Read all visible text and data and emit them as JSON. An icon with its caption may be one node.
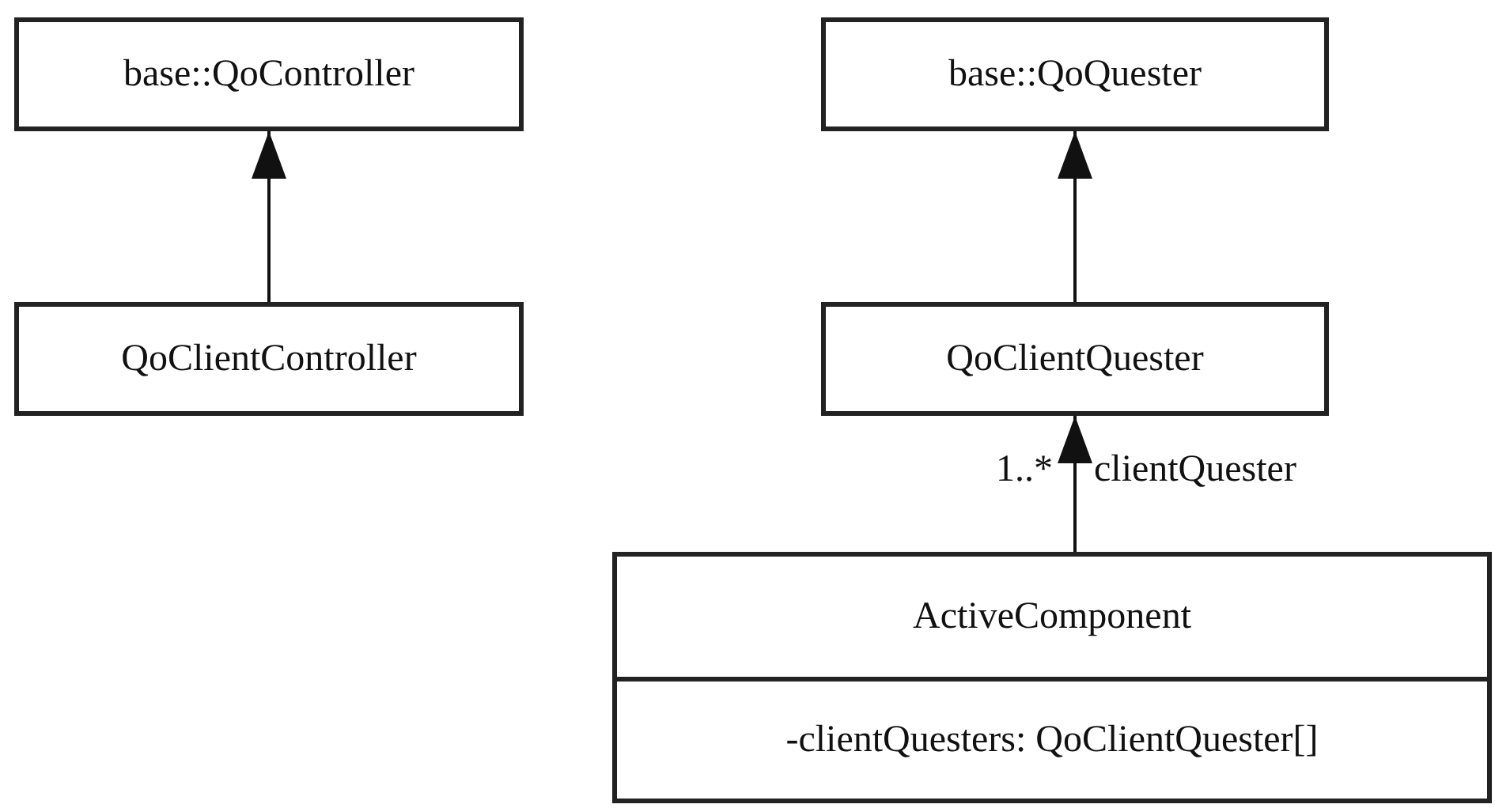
{
  "diagram": {
    "nodes": [
      {
        "text": [
          "base::QoController"
        ]
      },
      {
        "text": [
          "QoClientController"
        ]
      },
      {
        "text": [
          "base::QoQuester"
        ]
      },
      {
        "text": [
          "QoClientQuester"
        ]
      },
      {
        "text": [
          "ActiveComponent",
          "-clientQuesters: QoClientQuester[]"
        ]
      }
    ],
    "edges": [
      {
        "from": 1,
        "to": 0,
        "arrow": "to"
      },
      {
        "from": 3,
        "to": 2,
        "arrow": "to"
      },
      {
        "from": 4,
        "to": 3,
        "arrow": "to",
        "label": "clientQuester"
      }
    ],
    "labels": [
      "1..*"
    ]
  }
}
